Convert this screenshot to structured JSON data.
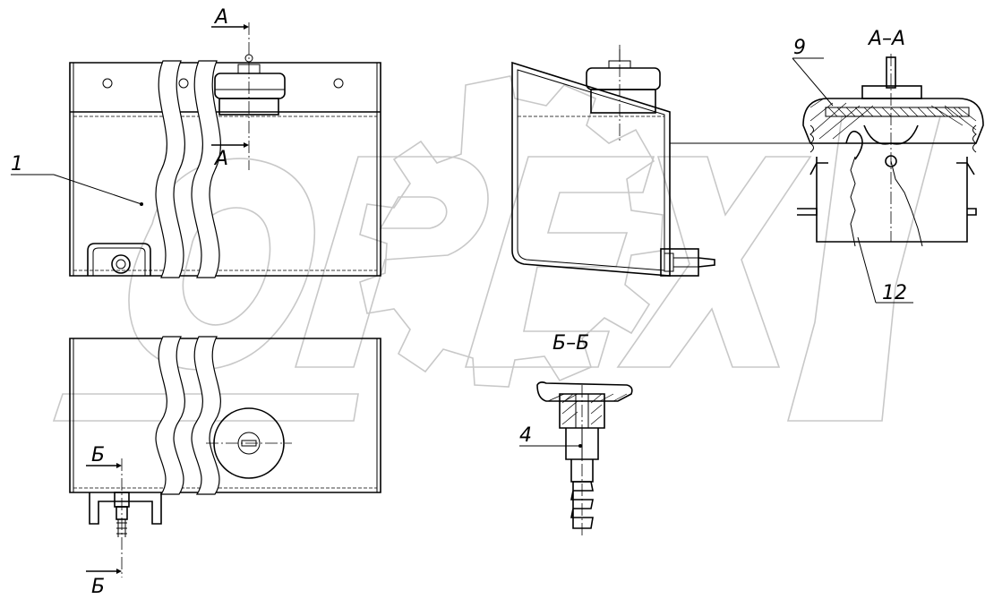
{
  "title": "",
  "labels": {
    "section_a_top": "А",
    "section_a_bottom": "А",
    "section_b_top": "Б",
    "section_b_bottom": "Б",
    "view_bb": "Б–Б",
    "view_aa": "А–А",
    "part_1": "1",
    "part_4": "4",
    "part_9": "9",
    "part_12": "12"
  },
  "watermark": "OPEX",
  "icons": [
    "gear-watermark-icon"
  ]
}
